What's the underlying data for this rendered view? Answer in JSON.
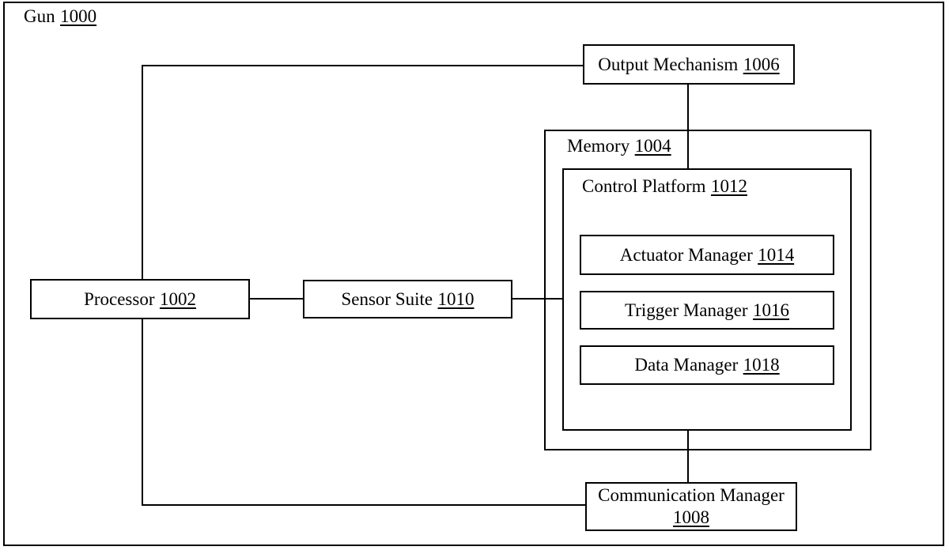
{
  "diagram": {
    "title": {
      "label": "Gun",
      "ref": "1000"
    },
    "boxes": {
      "output_mechanism": {
        "label": "Output Mechanism",
        "ref": "1006"
      },
      "memory": {
        "label": "Memory",
        "ref": "1004"
      },
      "control_platform": {
        "label": "Control Platform",
        "ref": "1012"
      },
      "actuator_manager": {
        "label": "Actuator Manager",
        "ref": "1014"
      },
      "trigger_manager": {
        "label": "Trigger Manager",
        "ref": "1016"
      },
      "data_manager": {
        "label": "Data Manager",
        "ref": "1018"
      },
      "processor": {
        "label": "Processor",
        "ref": "1002"
      },
      "sensor_suite": {
        "label": "Sensor Suite",
        "ref": "1010"
      },
      "communication_manager": {
        "label": "Communication Manager",
        "ref": "1008"
      }
    },
    "colors": {
      "line": "#000000",
      "background": "#ffffff"
    }
  }
}
